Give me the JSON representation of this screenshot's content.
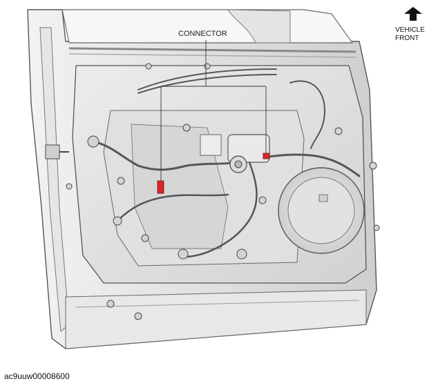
{
  "diagram": {
    "callout_label": "CONNECTOR",
    "orientation_label_line1": "VEHICLE",
    "orientation_label_line2": "FRONT",
    "figure_id": "ac9uuw00008600",
    "connector_color": "#d8262c"
  }
}
